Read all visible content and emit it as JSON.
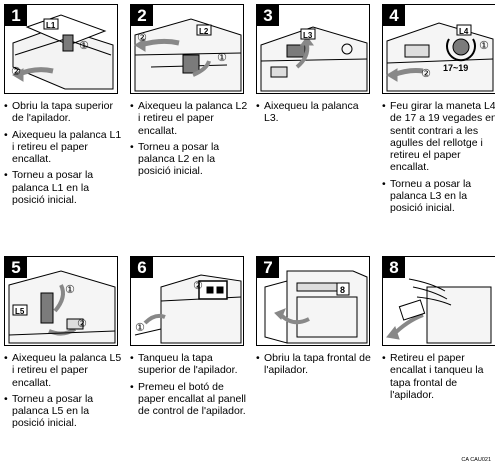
{
  "steps": [
    {
      "number": "1",
      "lines": [
        "Obriu la tapa superior de l'apilador.",
        "Aixequeu la palanca L1 i retireu el paper encallat.",
        "Torneu a posar la palanca L1 en la posició inicial."
      ],
      "labels": [
        "L1",
        "①",
        "②"
      ]
    },
    {
      "number": "2",
      "lines": [
        "Aixequeu la palanca L2 i retireu el paper encallat.",
        "Torneu a posar la palanca L2 en la posició inicial."
      ],
      "labels": [
        "L2",
        "①",
        "②"
      ]
    },
    {
      "number": "3",
      "lines": [
        "Aixequeu la palanca L3."
      ],
      "labels": [
        "L3"
      ]
    },
    {
      "number": "4",
      "lines": [
        "Feu girar la maneta L4 de 17 a 19 vegades en sentit contrari a les agulles del rellotge i retireu el paper encallat.",
        "Torneu a posar la palanca L3 en la posició inicial."
      ],
      "labels": [
        "L4",
        "①",
        "②",
        "17~19"
      ]
    },
    {
      "number": "5",
      "lines": [
        "Aixequeu la palanca L5 i retireu el paper encallat.",
        "Torneu a posar la palanca L5 en la posició inicial."
      ],
      "labels": [
        "L5",
        "①",
        "②"
      ]
    },
    {
      "number": "6",
      "lines": [
        "Tanqueu la tapa superior de l'apilador.",
        "Premeu el botó de paper encallat al panell de control de l'apilador."
      ],
      "labels": [
        "①",
        "②"
      ]
    },
    {
      "number": "7",
      "lines": [
        "Obriu la tapa frontal de l'apilador."
      ],
      "labels": [
        "8"
      ]
    },
    {
      "number": "8",
      "lines": [
        "Retireu el paper encallat i tanqueu la tapa frontal de l'apilador."
      ],
      "labels": []
    }
  ],
  "footer_code": "CA CAU021",
  "bullet_glyph": "•"
}
